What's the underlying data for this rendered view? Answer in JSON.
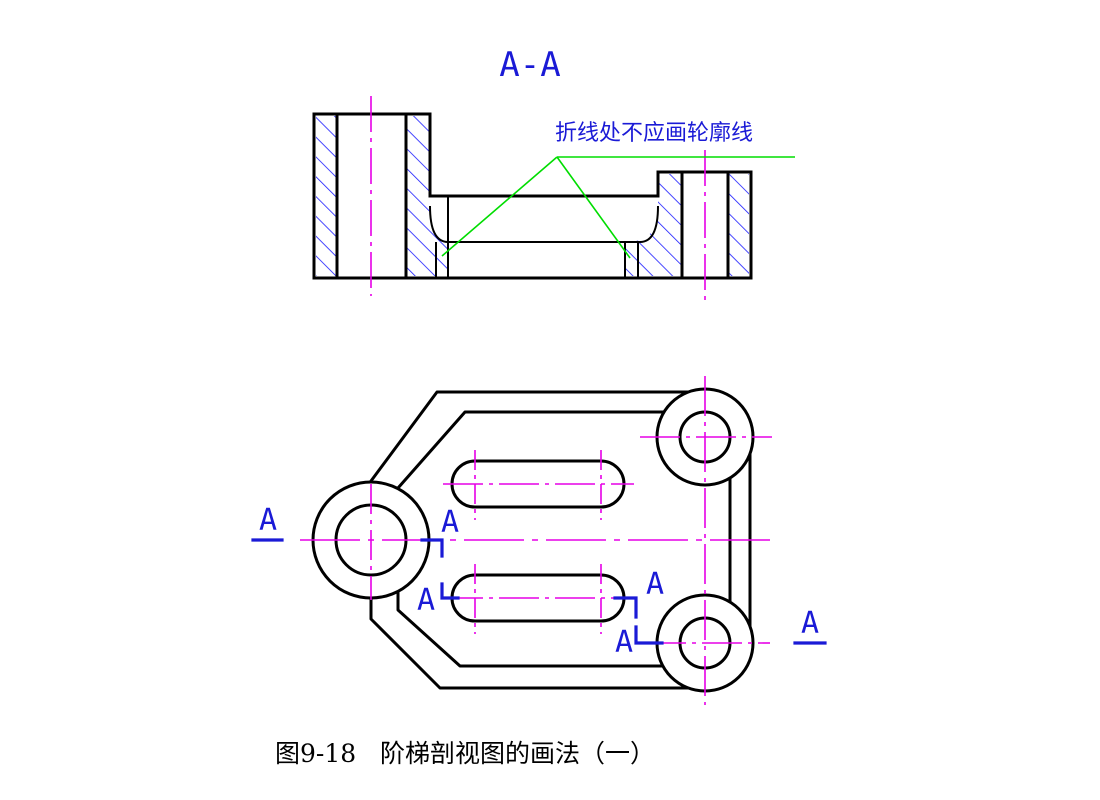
{
  "section_title": "A-A",
  "annotation": "折线处不应画轮廓线",
  "cut_labels": {
    "left": "A",
    "right": "A",
    "corner_1": "A",
    "corner_2": "A",
    "corner_3": "A",
    "corner_4": "A"
  },
  "caption": "图9-18   阶梯剖视图的画法（一）",
  "colors": {
    "outline": "#000000",
    "hatch": "#1a1aff",
    "centerline": "#e600e6",
    "leader": "#00dd00",
    "label": "#1a1ad6"
  }
}
